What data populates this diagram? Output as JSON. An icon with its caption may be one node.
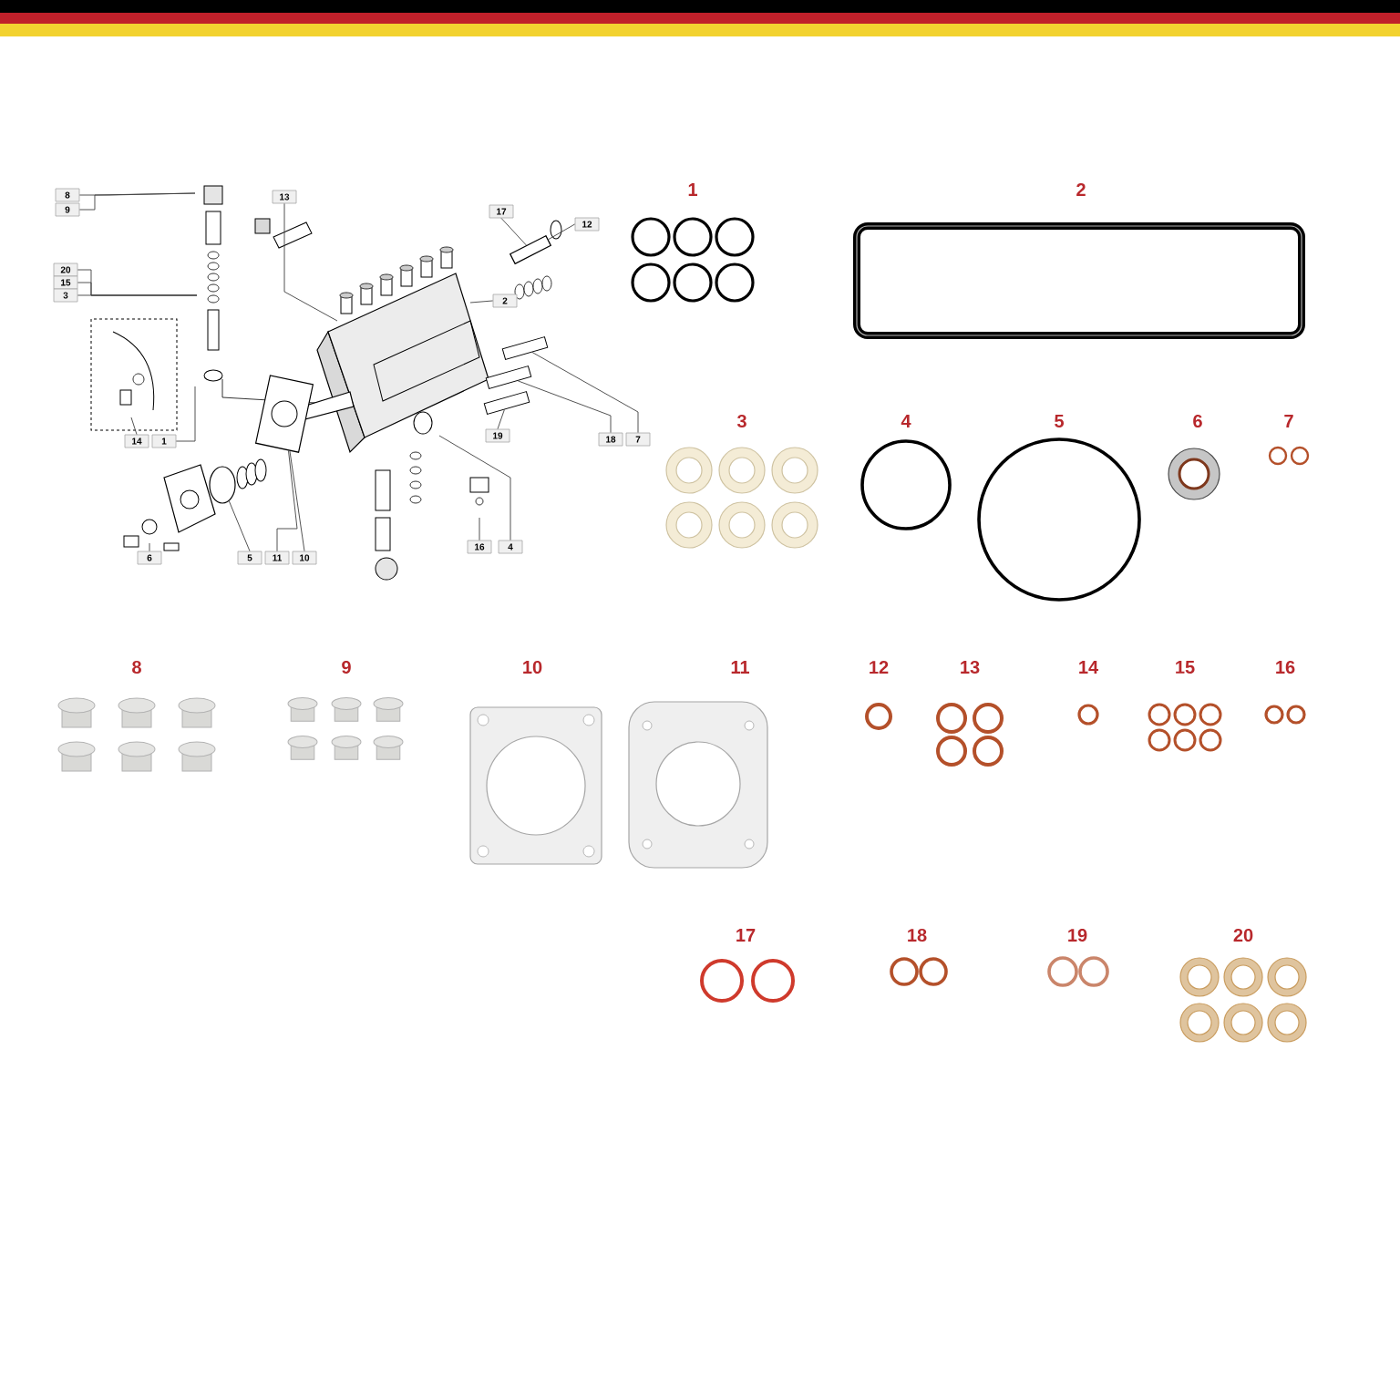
{
  "diagram": {
    "nodes": [
      {
        "text": [
          "8"
        ]
      },
      {
        "text": [
          "13"
        ]
      },
      {
        "text": [
          "9"
        ]
      },
      {
        "text": [
          "17"
        ]
      },
      {
        "text": [
          "12"
        ]
      },
      {
        "text": [
          "20"
        ]
      },
      {
        "text": [
          "15"
        ]
      },
      {
        "text": [
          "3"
        ]
      },
      {
        "text": [
          "2"
        ]
      },
      {
        "text": [
          "14"
        ]
      },
      {
        "text": [
          "1"
        ]
      },
      {
        "text": [
          "19"
        ]
      },
      {
        "text": [
          "18"
        ]
      },
      {
        "text": [
          "7"
        ]
      },
      {
        "text": [
          "16"
        ]
      },
      {
        "text": [
          "4"
        ]
      },
      {
        "text": [
          "6"
        ]
      },
      {
        "text": [
          "5"
        ]
      },
      {
        "text": [
          "11"
        ]
      },
      {
        "text": [
          "10"
        ]
      },
      {
        "text": [],
        "shape": "bar"
      },
      {
        "text": [],
        "shape": "bar"
      },
      {
        "text": [],
        "shape": "bar"
      },
      {
        "text": [],
        "shape": "circle"
      },
      {
        "text": [],
        "shape": "picture"
      },
      {
        "text": [],
        "shape": "picture"
      }
    ],
    "edges": [
      {
        "from": 0,
        "to": null,
        "arrow": "none"
      },
      {
        "from": 1,
        "to": null,
        "arrow": "none"
      },
      {
        "from": 2,
        "to": null,
        "arrow": "none"
      },
      {
        "from": 3,
        "to": 25,
        "arrow": "none"
      },
      {
        "from": 4,
        "to": 25,
        "arrow": "none"
      },
      {
        "from": 5,
        "to": null,
        "arrow": "none"
      },
      {
        "from": 6,
        "to": null,
        "arrow": "none"
      },
      {
        "from": 7,
        "to": null,
        "arrow": "none"
      },
      {
        "from": 8,
        "to": null,
        "arrow": "none"
      },
      {
        "from": 9,
        "to": null,
        "arrow": "none"
      },
      {
        "from": 10,
        "to": null,
        "arrow": "none"
      },
      {
        "from": 11,
        "to": 22,
        "arrow": "none"
      },
      {
        "from": 12,
        "to": 21,
        "arrow": "none"
      },
      {
        "from": 13,
        "to": 20,
        "arrow": "none"
      },
      {
        "from": 14,
        "to": null,
        "arrow": "none"
      },
      {
        "from": 15,
        "to": null,
        "arrow": "none"
      },
      {
        "from": 16,
        "to": null,
        "arrow": "none"
      },
      {
        "from": 17,
        "to": 23,
        "arrow": "none"
      },
      {
        "from": 18,
        "to": 24,
        "arrow": "none"
      },
      {
        "from": 19,
        "to": 24,
        "arrow": "none"
      }
    ],
    "labels": [
      "1",
      "2",
      "3",
      "4",
      "5",
      "6",
      "7",
      "8",
      "9",
      "10",
      "11",
      "12",
      "13",
      "14",
      "15",
      "16",
      "17",
      "18",
      "19",
      "20"
    ]
  }
}
